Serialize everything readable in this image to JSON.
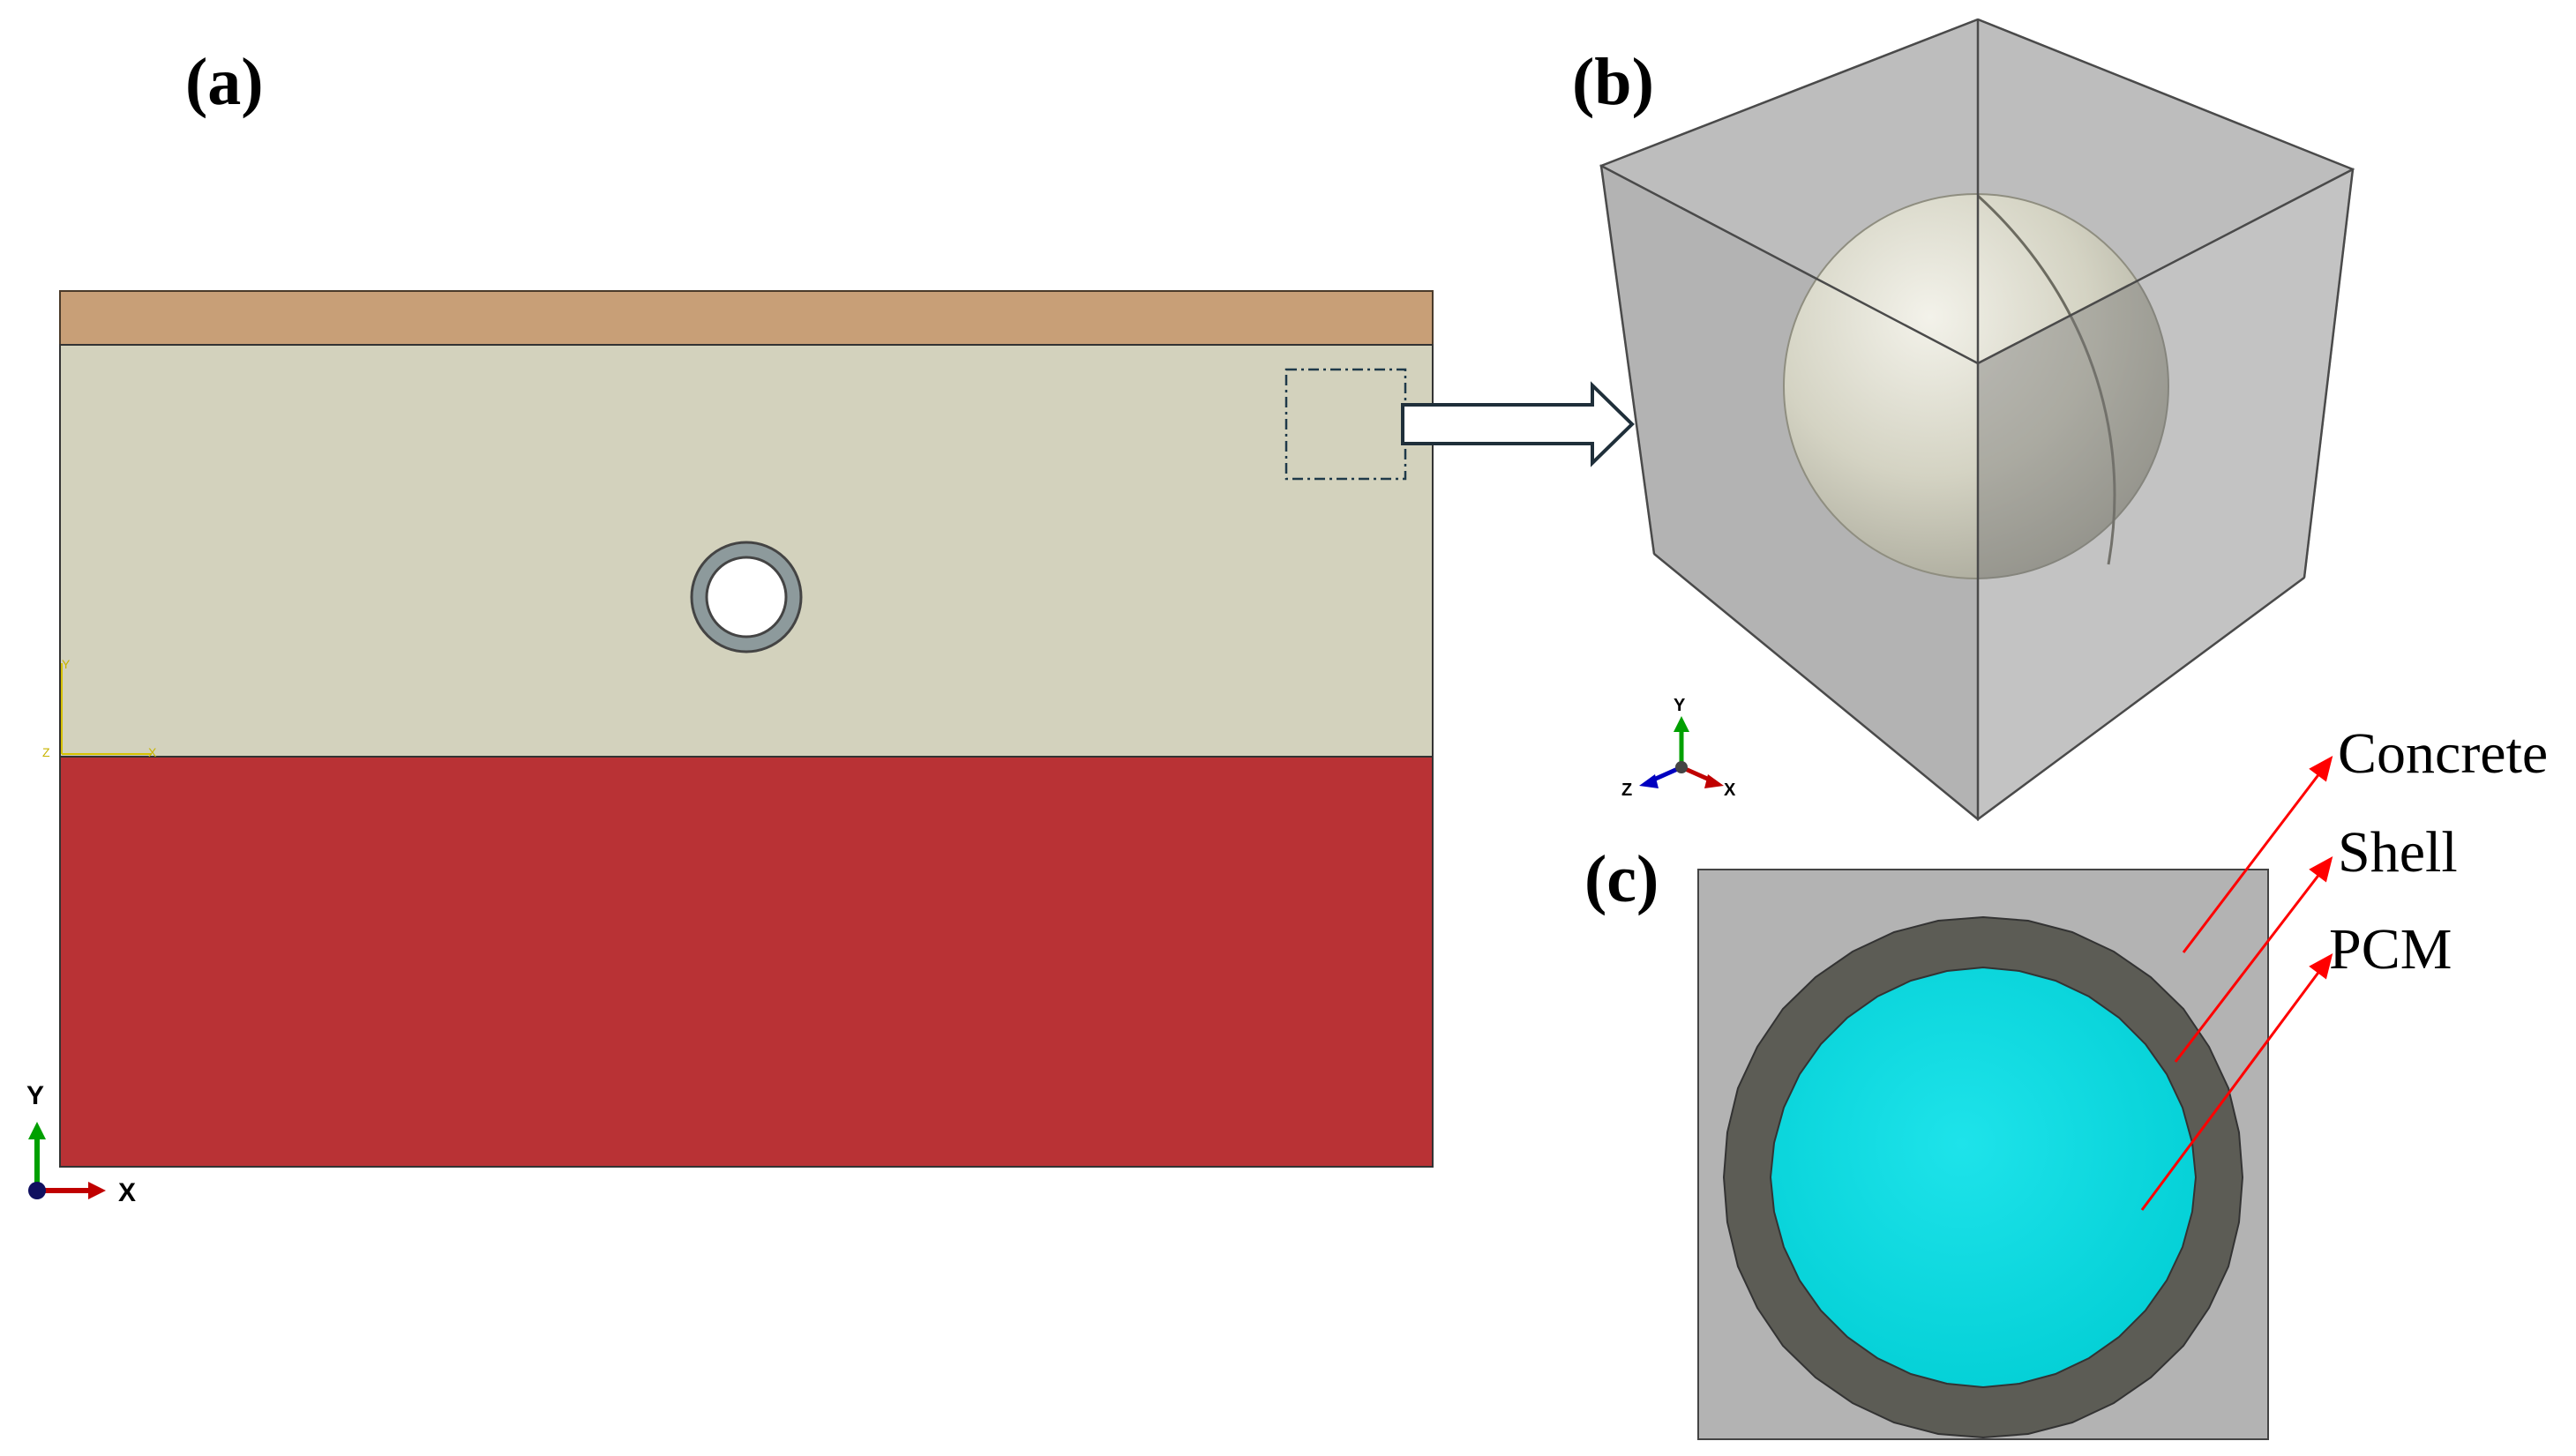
{
  "panels": {
    "a": "(a)",
    "b": "(b)",
    "c": "(c)"
  },
  "legend": {
    "concrete": "Concrete",
    "shell": "Shell",
    "pcm": "PCM"
  },
  "axes": {
    "x": "X",
    "y": "Y",
    "z": "Z"
  },
  "colors": {
    "top_layer": "#c89f77",
    "middle_layer": "#d3d2bd",
    "bottom_layer": "#b93235",
    "pipe_ring": "#8d9a9c",
    "cube_face": "#b3b3b3",
    "sphere": "#d5d4c4",
    "shell": "#5c5c55",
    "pcm": "#00d4da",
    "leader_line": "#ff0000",
    "axis_x": "#c00000",
    "axis_y": "#00a000",
    "axis_z": "#0000c0"
  }
}
